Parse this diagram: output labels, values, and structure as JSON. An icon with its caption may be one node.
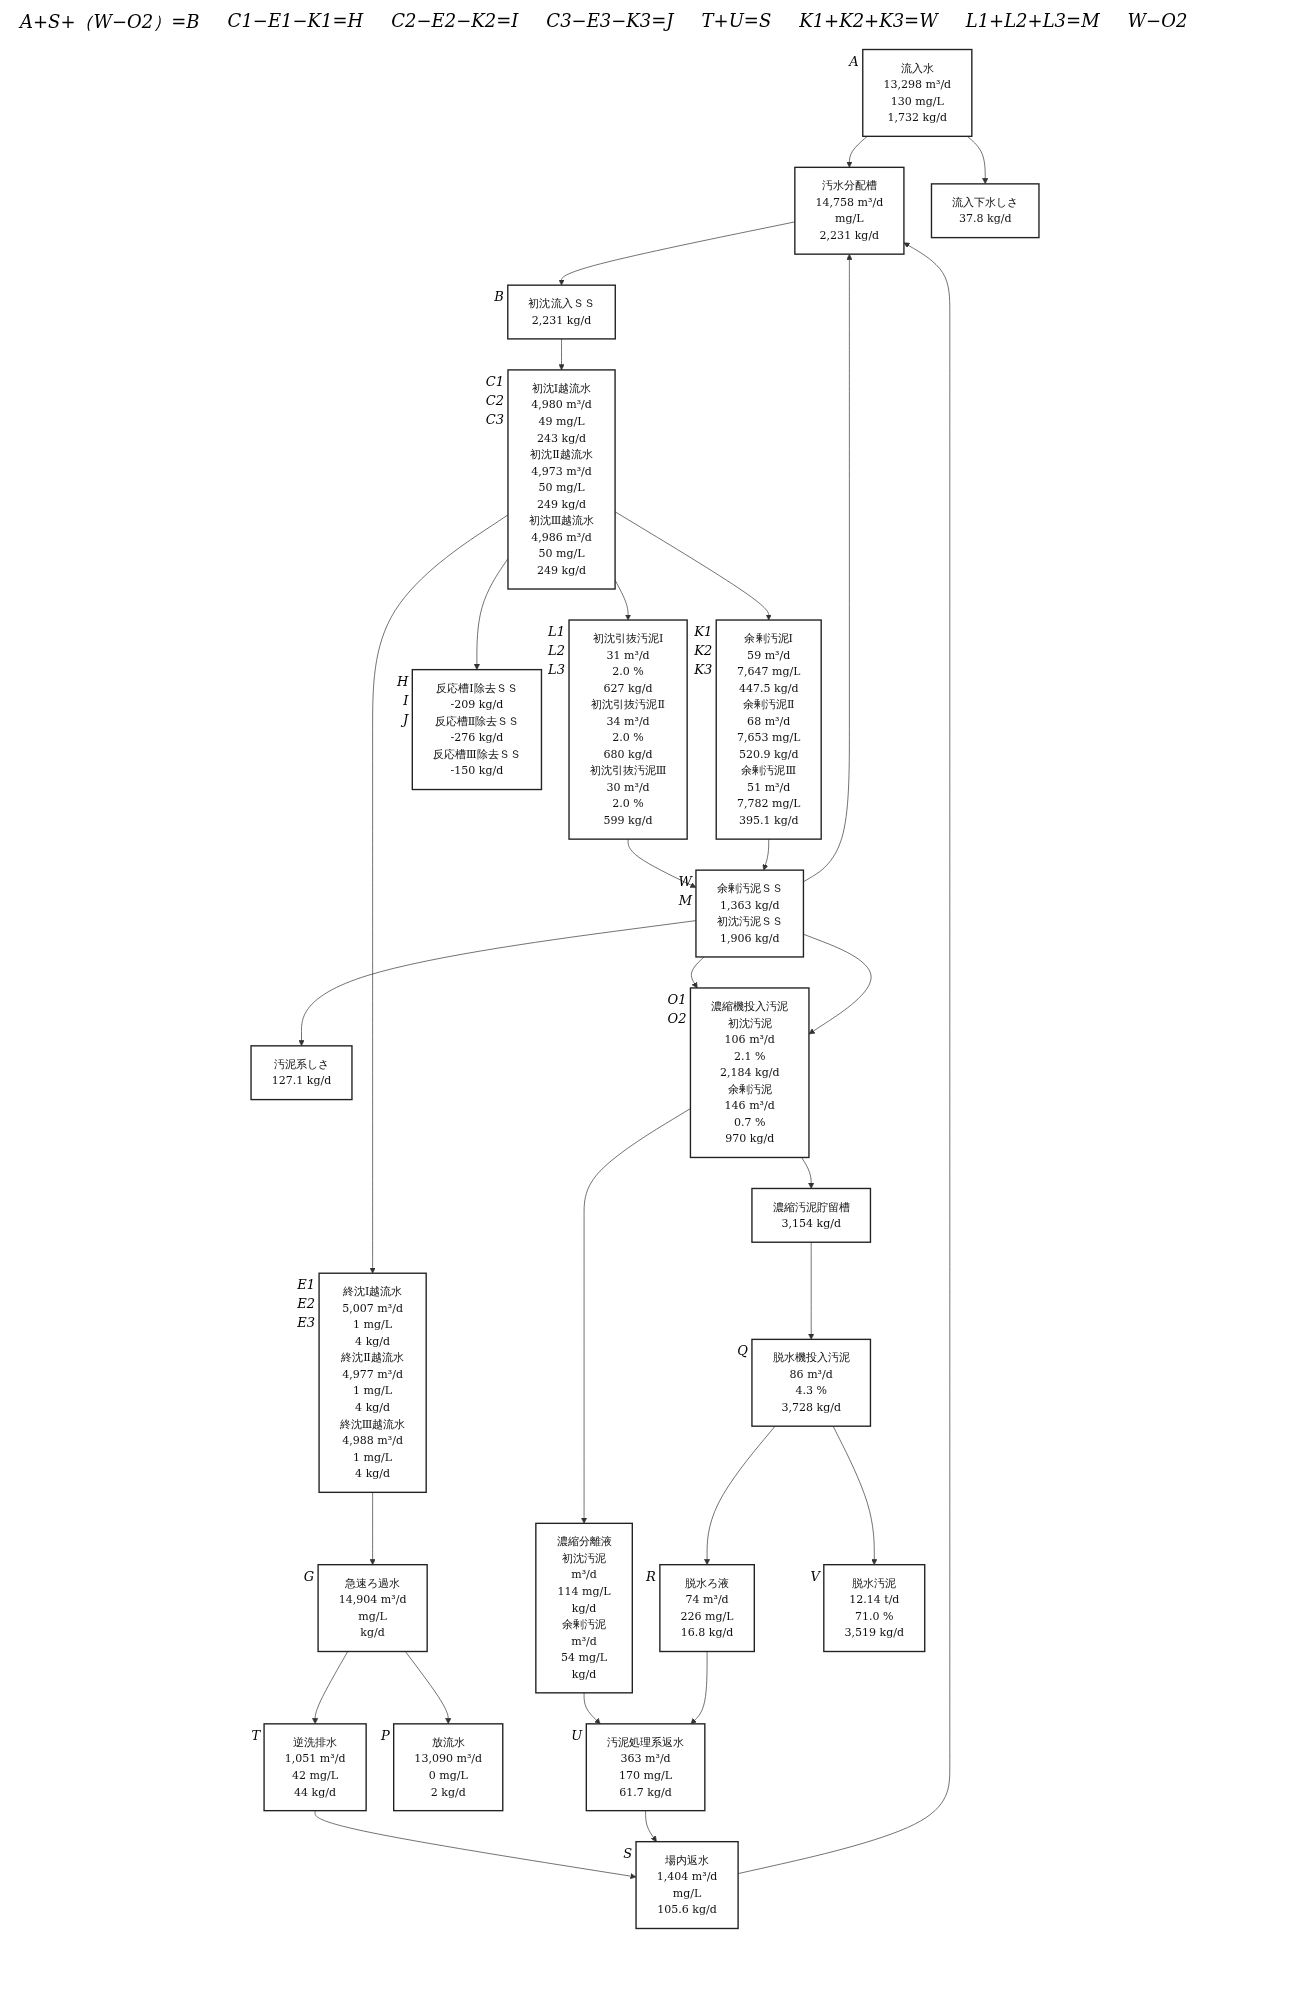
{
  "diagram": {
    "nodes": [
      {
        "text": [
          "汚水分配槽",
          "14,758 m³/d",
          "mg/L",
          "2,231 kg/d"
        ]
      },
      {
        "text": [
          "流入水",
          "13,298 m³/d",
          "130 mg/L",
          "1,732 kg/d"
        ],
        "beside": [
          "A"
        ]
      },
      {
        "text": [
          "初沈流入ＳＳ",
          "2,231 kg/d"
        ],
        "beside": [
          "B"
        ]
      },
      {
        "text": [
          "流入下水しさ",
          "37.8 kg/d"
        ]
      },
      {
        "text": [
          "初沈Ⅰ越流水",
          "4,980 m³/d",
          "49 mg/L",
          "243 kg/d",
          "初沈Ⅱ越流水",
          "4,973 m³/d",
          "50 mg/L",
          "249 kg/d",
          "初沈Ⅲ越流水",
          "4,986 m³/d",
          "50 mg/L",
          "249 kg/d"
        ],
        "beside": [
          "C1",
          "C2",
          "C3"
        ]
      },
      {
        "text": [
          "初沈引抜汚泥Ⅰ",
          "31 m³/d",
          "2.0 %",
          "627 kg/d",
          "初沈引抜汚泥Ⅱ",
          "34 m³/d",
          "2.0 %",
          "680 kg/d",
          "初沈引抜汚泥Ⅲ",
          "30 m³/d",
          "2.0 %",
          "599 kg/d"
        ],
        "beside": [
          "L1",
          "L2",
          "L3"
        ]
      },
      {
        "text": [
          "反応槽Ⅰ除去ＳＳ",
          "-209 kg/d",
          "反応槽Ⅱ除去ＳＳ",
          "-276 kg/d",
          "反応槽Ⅲ除去ＳＳ",
          "-150 kg/d"
        ],
        "beside": [
          "H",
          "I",
          "J"
        ]
      },
      {
        "text": [
          "終沈Ⅰ越流水",
          "5,007 m³/d",
          "1 mg/L",
          "4 kg/d",
          "終沈Ⅱ越流水",
          "4,977 m³/d",
          "1 mg/L",
          "4 kg/d",
          "終沈Ⅲ越流水",
          "4,988 m³/d",
          "1 mg/L",
          "4 kg/d"
        ],
        "beside": [
          "E1",
          "E2",
          "E3"
        ]
      },
      {
        "text": [
          "余剰汚泥Ⅰ",
          "59 m³/d",
          "7,647 mg/L",
          "447.5 kg/d",
          "余剰汚泥Ⅱ",
          "68 m³/d",
          "7,653 mg/L",
          "520.9 kg/d",
          "余剰汚泥Ⅲ",
          "51 m³/d",
          "7,782 mg/L",
          "395.1 kg/d"
        ],
        "beside": [
          "K1",
          "K2",
          "K3"
        ]
      },
      {
        "text": [
          "場内返水",
          "1,404 m³/d",
          "mg/L",
          "105.6 kg/d"
        ],
        "beside": [
          "S"
        ]
      },
      {
        "text": [
          "逆洗排水",
          "1,051 m³/d",
          "42 mg/L",
          "44 kg/d"
        ],
        "beside": [
          "T"
        ]
      },
      {
        "text": [
          "急速ろ過水",
          "14,904 m³/d",
          "mg/L",
          "kg/d"
        ],
        "beside": [
          "G"
        ]
      },
      {
        "text": [
          "余剰汚泥ＳＳ",
          "1,363 kg/d",
          "初沈汚泥ＳＳ",
          "1,906 kg/d"
        ],
        "beside": [
          "W",
          "M"
        ]
      },
      {
        "text": [
          "汚泥系しさ",
          "127.1 kg/d"
        ]
      },
      {
        "text": [
          "放流水",
          "13,090 m³/d",
          "0 mg/L",
          "2 kg/d"
        ],
        "beside": [
          "P"
        ]
      },
      {
        "text": [
          "汚泥処理系返水",
          "363 m³/d",
          "170 mg/L",
          "61.7 kg/d"
        ],
        "beside": [
          "U"
        ]
      },
      {
        "text": [
          "濃縮機投入汚泥",
          "初沈汚泥",
          "106 m³/d",
          "2.1 %",
          "2,184 kg/d",
          "余剰汚泥",
          "146 m³/d",
          "0.7 %",
          "970 kg/d"
        ],
        "beside": [
          "O1",
          "O2"
        ]
      },
      {
        "text": [
          "濃縮分離液",
          "初沈汚泥",
          "m³/d",
          "114 mg/L",
          "kg/d",
          "余剰汚泥",
          "m³/d",
          "54 mg/L",
          "kg/d"
        ]
      },
      {
        "text": [
          "脱水ろ液",
          "74 m³/d",
          "226 mg/L",
          "16.8 kg/d"
        ],
        "beside": [
          "R"
        ]
      },
      {
        "text": [
          "濃縮汚泥貯留槽",
          "3,154 kg/d"
        ]
      },
      {
        "text": [
          "脱水機投入汚泥",
          "86 m³/d",
          "4.3 %",
          "3,728 kg/d"
        ],
        "beside": [
          "Q"
        ]
      },
      {
        "text": [
          "脱水汚泥",
          "12.14 t/d",
          "71.0 %",
          "3,519 kg/d"
        ],
        "beside": [
          "V"
        ]
      }
    ],
    "edges": [
      {
        "from": 1,
        "to": 0,
        "arrow": "to"
      },
      {
        "from": 1,
        "to": 3,
        "arrow": "to"
      },
      {
        "from": 0,
        "to": 2,
        "arrow": "to"
      },
      {
        "from": 9,
        "to": 0,
        "arrow": "to"
      },
      {
        "from": 12,
        "to": 0,
        "arrow": "to"
      },
      {
        "from": 2,
        "to": 4,
        "arrow": "to"
      },
      {
        "from": 4,
        "to": 5,
        "arrow": "to"
      },
      {
        "from": 4,
        "to": 6,
        "arrow": "to"
      },
      {
        "from": 4,
        "to": 7,
        "arrow": "to"
      },
      {
        "from": 4,
        "to": 8,
        "arrow": "to"
      },
      {
        "from": 5,
        "to": 12,
        "arrow": "to"
      },
      {
        "from": 8,
        "to": 12,
        "arrow": "to"
      },
      {
        "from": 7,
        "to": 11,
        "arrow": "to"
      },
      {
        "from": 11,
        "to": 10,
        "arrow": "to"
      },
      {
        "from": 10,
        "to": 9,
        "arrow": "to"
      },
      {
        "from": 11,
        "to": 14,
        "arrow": "to"
      },
      {
        "from": 12,
        "to": 13,
        "arrow": "to"
      },
      {
        "from": 12,
        "to": 16,
        "arrow": "to"
      },
      {
        "from": 12,
        "to": 16,
        "arrow": "to"
      },
      {
        "from": 15,
        "to": 9,
        "arrow": "to"
      },
      {
        "from": 16,
        "to": 17,
        "arrow": "to"
      },
      {
        "from": 16,
        "to": 19,
        "arrow": "to"
      },
      {
        "from": 17,
        "to": 15,
        "arrow": "to"
      },
      {
        "from": 18,
        "to": 15,
        "arrow": "to"
      },
      {
        "from": 19,
        "to": 20,
        "arrow": "to"
      },
      {
        "from": 20,
        "to": 18,
        "arrow": "to"
      },
      {
        "from": 20,
        "to": 21,
        "arrow": "to"
      }
    ],
    "labels": [
      "A+S+（W−O2）=B",
      "C1−E1−K1=H",
      "C2−E2−K2=I",
      "C3−E3−K3=J",
      "T+U=S",
      "K1+K2+K3=W",
      "L1+L2+L3=M",
      "W−O2"
    ]
  }
}
